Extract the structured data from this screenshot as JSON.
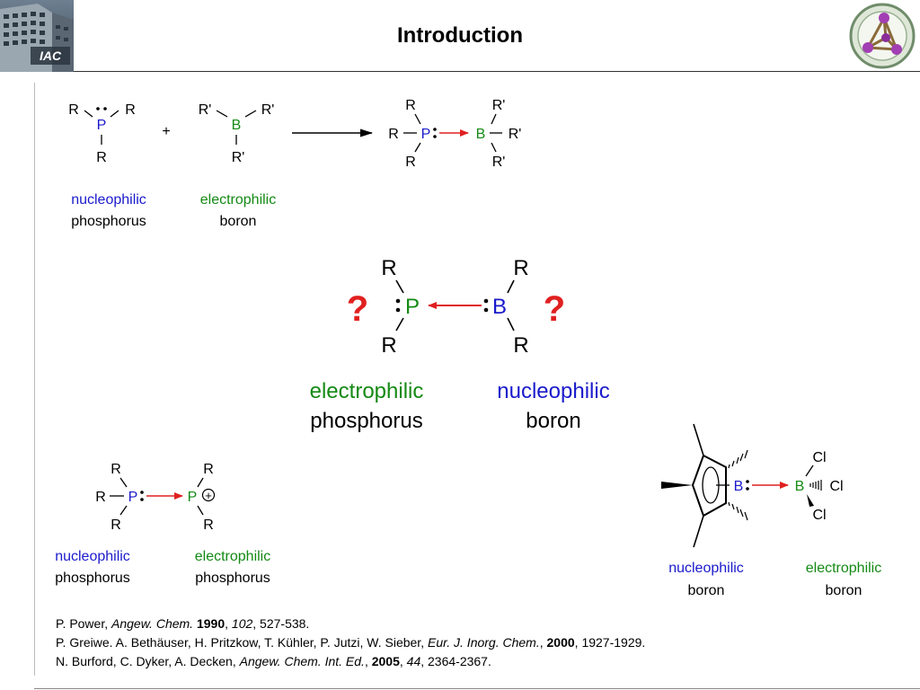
{
  "slide": {
    "title": "Introduction",
    "logo_text": "IAC"
  },
  "colors": {
    "nucleophilic": "#1a1acc",
    "electrophilic": "#148a14",
    "arrow": "#e02020",
    "question": "#e02020"
  },
  "scheme1": {
    "atoms": {
      "r": "R",
      "p": "P",
      "r_prime": "R'",
      "b": "B",
      "plus": "+"
    },
    "labels": {
      "nuc_word": "nucleophilic",
      "nuc_atom": "phosphorus",
      "elec_word": "electrophilic",
      "elec_atom": "boron"
    }
  },
  "scheme2": {
    "atoms": {
      "r": "R",
      "p": "P",
      "b": "B",
      "question": "?"
    },
    "labels": {
      "elec_word": "electrophilic",
      "elec_atom": "phosphorus",
      "nuc_word": "nucleophilic",
      "nuc_atom": "boron"
    }
  },
  "scheme3": {
    "atoms": {
      "r": "R",
      "p": "P",
      "plus": "+"
    },
    "labels": {
      "nuc_word": "nucleophilic",
      "nuc_atom": "phosphorus",
      "elec_word": "electrophilic",
      "elec_atom": "phosphorus"
    }
  },
  "scheme4": {
    "atoms": {
      "b": "B",
      "cl": "Cl"
    },
    "labels": {
      "nuc_word": "nucleophilic",
      "nuc_atom": "boron",
      "elec_word": "electrophilic",
      "elec_atom": "boron"
    }
  },
  "references": [
    {
      "authors": "P. Power, ",
      "journal": "Angew. Chem.",
      "year": "1990",
      "volume": "102",
      "pages": ", 527-538."
    },
    {
      "authors": "P. Greiwe. A. Bethäuser, H. Pritzkow, T. Kühler, P. Jutzi, W. Sieber, ",
      "journal": "Eur. J. Inorg. Chem.",
      "year": "2000",
      "volume": "",
      "pages": ", 1927-1929."
    },
    {
      "authors": "N. Burford, C. Dyker, A. Decken, ",
      "journal": "Angew. Chem. Int. Ed.",
      "year": "2005",
      "volume": "44",
      "pages": ", 2364-2367."
    }
  ]
}
